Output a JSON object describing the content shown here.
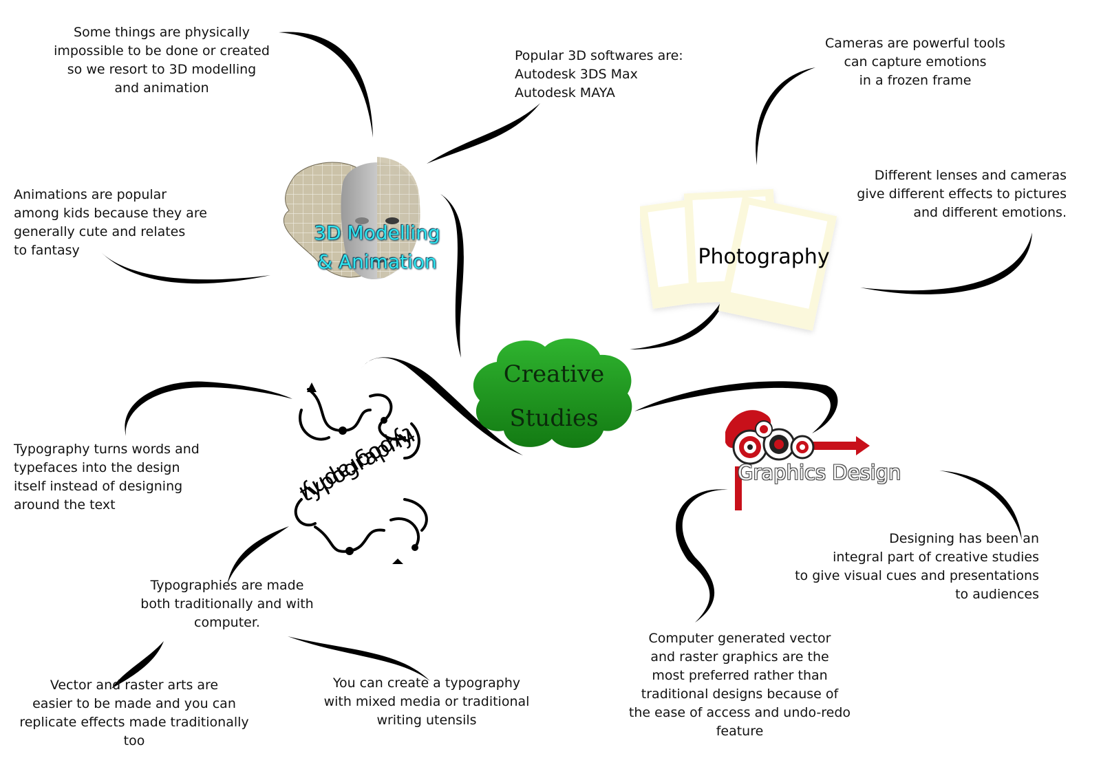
{
  "central": {
    "title": "Creative\nStudies",
    "color": "#1f9a1f"
  },
  "branches": {
    "modelling": {
      "title": "3D Modelling\n& Animation",
      "notes": {
        "physically_impossible": "Some things are physically\nimpossible to be done or created\nso we resort to 3D modelling\nand animation",
        "softwares": "Popular 3D softwares are:\nAutodesk 3DS Max\nAutodesk MAYA",
        "popular_kids": "Animations are popular\namong kids because they are\ngenerally cute and relates\nto fantasy"
      }
    },
    "photography": {
      "title": "Photography",
      "notes": {
        "cameras": "Cameras are powerful tools\ncan capture emotions\nin a frozen frame",
        "lenses": "Different lenses and cameras\ngive different effects to pictures\nand different emotions."
      }
    },
    "typography": {
      "art_word": "typography",
      "notes": {
        "turns_words": "Typography turns words and\ntypefaces into the design\nitself instead of designing\naround the text",
        "made_traditionally": "Typographies are made\nboth traditionally and with\ncomputer.",
        "vector_raster": "Vector and raster arts are\neasier to be made and you can\nreplicate effects made traditionally\ntoo",
        "mixed_media": "You can create a typography\nwith mixed media or traditional\nwriting utensils"
      }
    },
    "graphics": {
      "title": "Graphics Design",
      "accent_color": "#c8101a",
      "notes": {
        "integral_part": "Designing has been an\nintegral part of creative studies\nto give visual cues and presentations\nto audiences",
        "computer_generated": "Computer generated vector\nand raster graphics are the\nmost preferred rather than\ntraditional designs because of\nthe ease of access and undo-redo\nfeature"
      }
    }
  }
}
